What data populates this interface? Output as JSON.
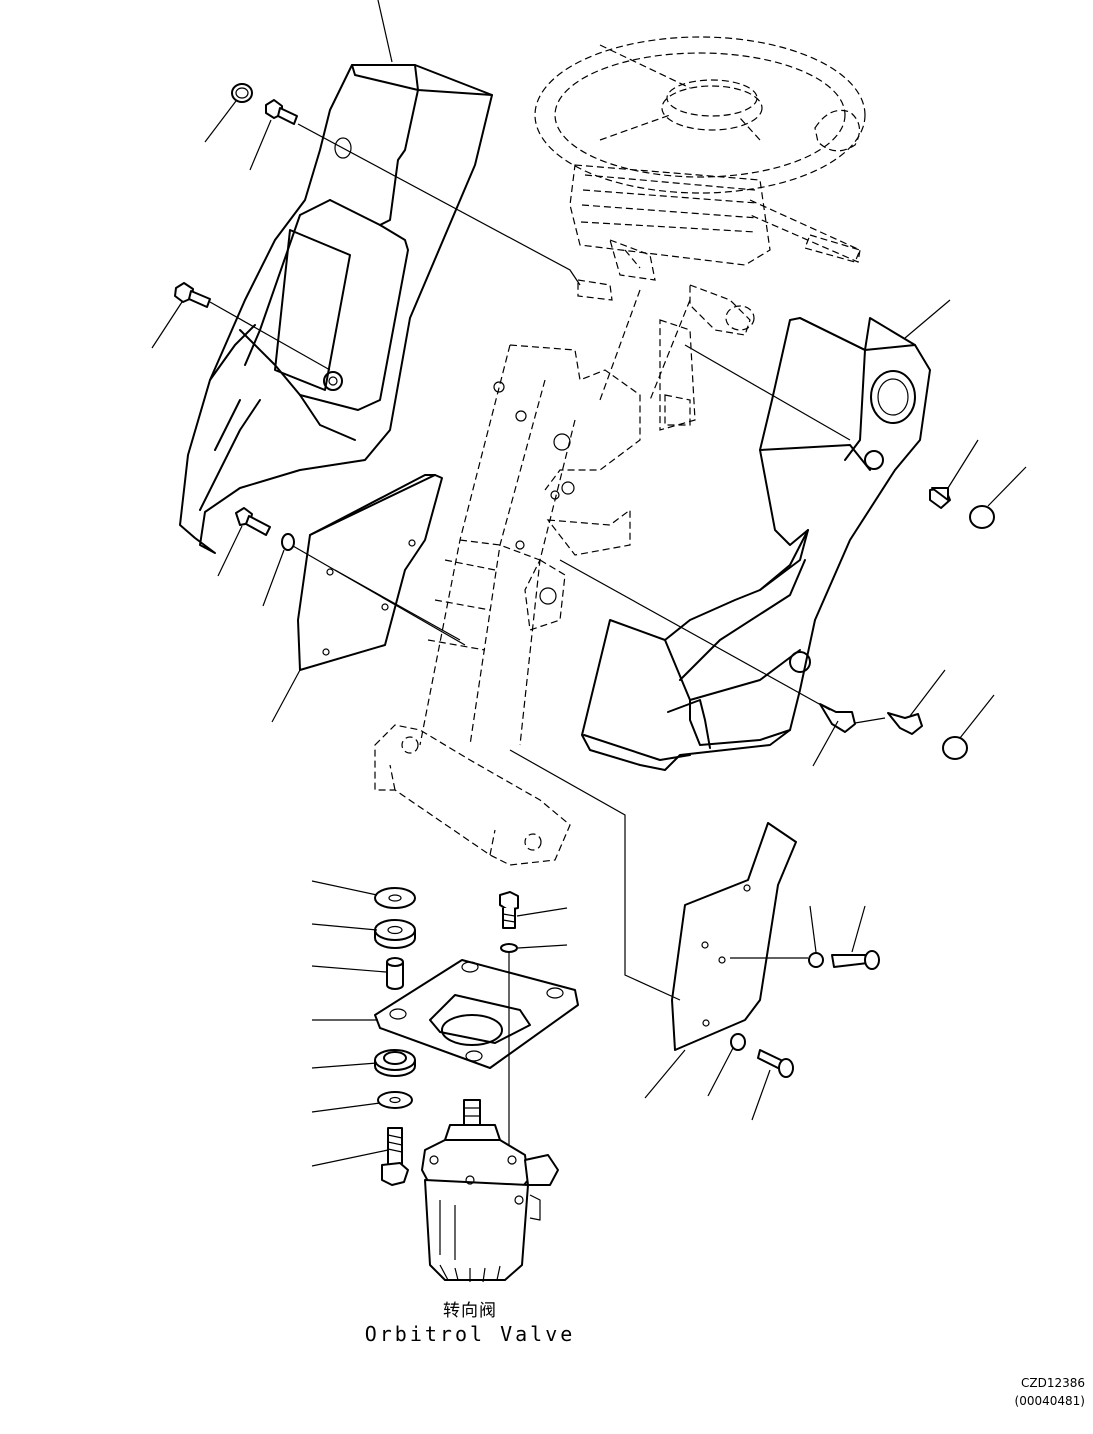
{
  "labels": {
    "component_cn": "转向阀",
    "component_en": "Orbitrol Valve"
  },
  "drawing_code": {
    "figure_id": "CZD12386",
    "part_ref": "(00040481)"
  }
}
